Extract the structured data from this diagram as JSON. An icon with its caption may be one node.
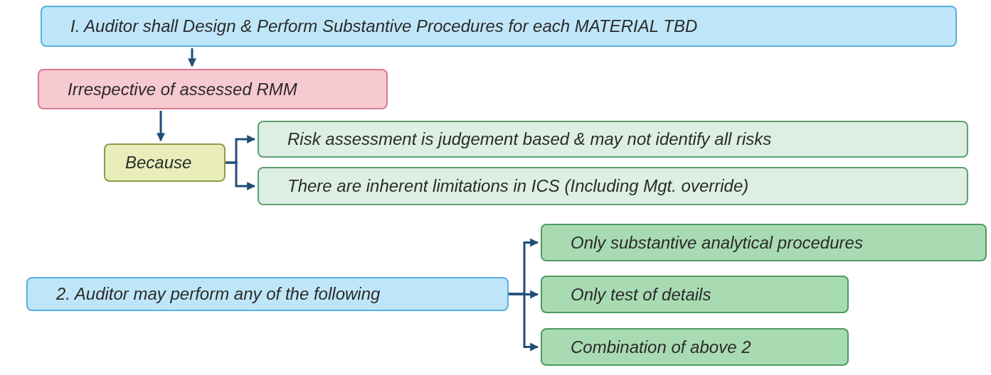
{
  "diagram": {
    "nodes": [
      {
        "text": [
          "I. Auditor shall Design & Perform Substantive Procedures for each MATERIAL TBD"
        ]
      },
      {
        "text": [
          "Irrespective of assessed RMM"
        ]
      },
      {
        "text": [
          "Because"
        ]
      },
      {
        "text": [
          "Risk assessment is judgement based & may not identify all risks"
        ]
      },
      {
        "text": [
          "There are inherent limitations in ICS (Including Mgt. override)"
        ]
      },
      {
        "text": [
          "2. Auditor may perform any of the following"
        ]
      },
      {
        "text": [
          "Only substantive analytical procedures"
        ]
      },
      {
        "text": [
          "Only test of details"
        ]
      },
      {
        "text": [
          "Combination of above 2"
        ]
      }
    ],
    "edges": [
      {
        "from": 0,
        "to": 1,
        "arrow": "to"
      },
      {
        "from": 1,
        "to": 2,
        "arrow": "to"
      },
      {
        "from": 2,
        "to": 3,
        "arrow": "to"
      },
      {
        "from": 2,
        "to": 4,
        "arrow": "to"
      },
      {
        "from": 5,
        "to": 6,
        "arrow": "to"
      },
      {
        "from": 5,
        "to": 7,
        "arrow": "to"
      },
      {
        "from": 5,
        "to": 8,
        "arrow": "to"
      }
    ]
  }
}
